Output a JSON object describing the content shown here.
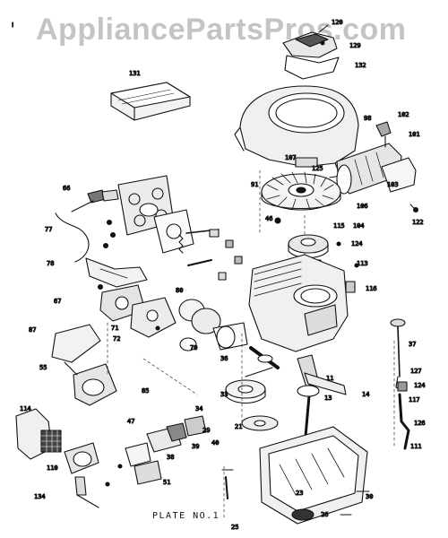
{
  "watermark": "AppliancePartsPros.com",
  "plate_label": "PLATE NO.1",
  "callouts": [
    {
      "id": "c120",
      "label": "120"
    },
    {
      "id": "c129",
      "label": "129"
    },
    {
      "id": "c132",
      "label": "132"
    },
    {
      "id": "c131",
      "label": "131"
    },
    {
      "id": "c98",
      "label": "98"
    },
    {
      "id": "c102",
      "label": "102"
    },
    {
      "id": "c101",
      "label": "101"
    },
    {
      "id": "c107",
      "label": "107"
    },
    {
      "id": "c125",
      "label": "125"
    },
    {
      "id": "c103",
      "label": "103"
    },
    {
      "id": "c122",
      "label": "122"
    },
    {
      "id": "c106",
      "label": "106"
    },
    {
      "id": "c104",
      "label": "104"
    },
    {
      "id": "c115",
      "label": "115"
    },
    {
      "id": "c124",
      "label": "124"
    },
    {
      "id": "c113",
      "label": "113"
    },
    {
      "id": "c116",
      "label": "116"
    },
    {
      "id": "c91",
      "label": "91"
    },
    {
      "id": "c46",
      "label": "46"
    },
    {
      "id": "c37",
      "label": "37"
    },
    {
      "id": "c127",
      "label": "127"
    },
    {
      "id": "c124b",
      "label": "124"
    },
    {
      "id": "c117",
      "label": "117"
    },
    {
      "id": "c126",
      "label": "126"
    },
    {
      "id": "c111",
      "label": "111"
    },
    {
      "id": "c66",
      "label": "66"
    },
    {
      "id": "c77",
      "label": "77"
    },
    {
      "id": "c78",
      "label": "78"
    },
    {
      "id": "c67",
      "label": "67"
    },
    {
      "id": "c71",
      "label": "71"
    },
    {
      "id": "c72",
      "label": "72"
    },
    {
      "id": "c87",
      "label": "87"
    },
    {
      "id": "c55",
      "label": "55"
    },
    {
      "id": "c114",
      "label": "114"
    },
    {
      "id": "c110",
      "label": "110"
    },
    {
      "id": "c134",
      "label": "134"
    },
    {
      "id": "c30",
      "label": "30"
    },
    {
      "id": "c26",
      "label": "26"
    },
    {
      "id": "c34",
      "label": "34"
    },
    {
      "id": "c29",
      "label": "29"
    },
    {
      "id": "c33",
      "label": "33"
    },
    {
      "id": "c11",
      "label": "11"
    },
    {
      "id": "c13",
      "label": "13"
    },
    {
      "id": "c14",
      "label": "14"
    },
    {
      "id": "c85",
      "label": "85"
    },
    {
      "id": "c47",
      "label": "47"
    },
    {
      "id": "c36",
      "label": "36"
    },
    {
      "id": "c25",
      "label": "25"
    },
    {
      "id": "c21",
      "label": "21"
    },
    {
      "id": "c23",
      "label": "23"
    },
    {
      "id": "c80",
      "label": "80"
    },
    {
      "id": "c79",
      "label": "79"
    },
    {
      "id": "c38",
      "label": "38"
    },
    {
      "id": "c39",
      "label": "39"
    },
    {
      "id": "c40",
      "label": "40"
    },
    {
      "id": "c51",
      "label": "51"
    }
  ]
}
